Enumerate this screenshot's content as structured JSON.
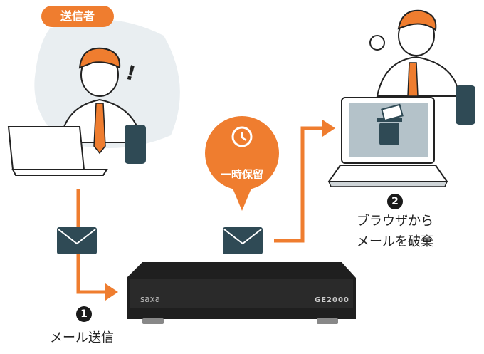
{
  "sender": {
    "label": "送信者"
  },
  "step1": {
    "number": "1",
    "label": "メール送信"
  },
  "hold": {
    "label": "一時保留",
    "icon": "clock-icon"
  },
  "step2": {
    "number": "2",
    "line1": "ブラウザから",
    "line2": "メールを破棄"
  },
  "device": {
    "brand": "saxa",
    "model": "GE2000"
  },
  "colors": {
    "accent": "#ef7d2f",
    "envelope": "#2f4a55",
    "device": "#1f1f1f"
  }
}
